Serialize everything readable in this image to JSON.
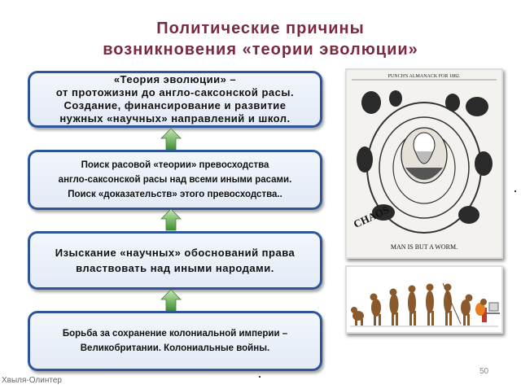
{
  "title": {
    "line1": "Политические  причины",
    "line2": "возникновения  «теории  эволюции»"
  },
  "boxes": [
    {
      "lines": [
        "«Теория   эволюции» –",
        "от протожизни до англо-саксонской расы.",
        "Создание, финансирование и развитие",
        "нужных «научных» направлений и школ."
      ]
    },
    {
      "lines": [
        "Поиск расовой «теории» превосходства",
        "англо-саксонской расы над всеми иными расами.",
        "Поиск «доказательств» этого превосходства.."
      ]
    },
    {
      "lines": [
        "Изыскание «научных» обоснований права",
        "властвовать над иными народами."
      ]
    },
    {
      "lines": [
        "Борьба за сохранение колониальной империи –",
        "Великобритании. Колониальные войны."
      ]
    }
  ],
  "cartoon": {
    "header": "PUNCH'S ALMANACK FOR 1882.",
    "caption": "MAN IS BUT A WORM.",
    "letters": "CHAOS"
  },
  "page_number": "50",
  "footer": "Хвыля-Олинтер",
  "colors": {
    "title": "#7a2a3f",
    "box_border": "#2e5597",
    "arrow": "#4a9a3a"
  }
}
